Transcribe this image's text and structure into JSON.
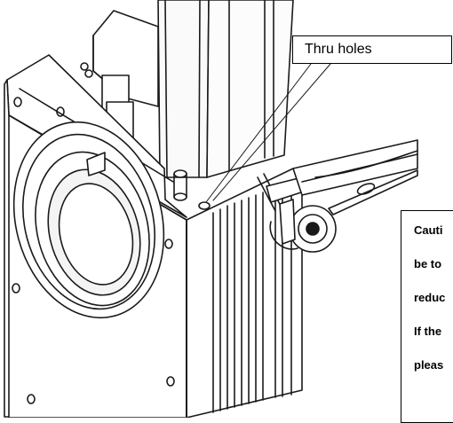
{
  "callout": {
    "label": "Thru holes"
  },
  "caution": {
    "lines": [
      "Cauti",
      "be to",
      "reduc",
      "If the",
      "pleas"
    ]
  }
}
